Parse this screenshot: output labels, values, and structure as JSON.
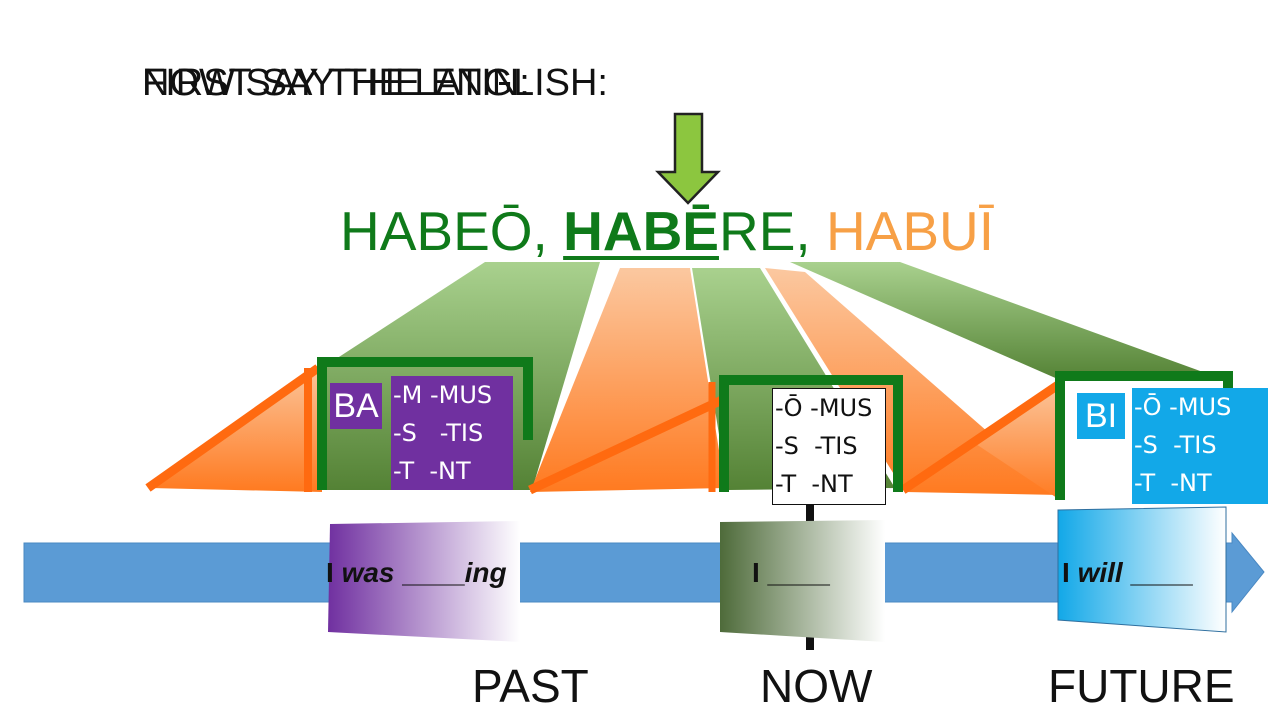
{
  "heading": {
    "overlap_text": "NOW SAY THE LATIN:",
    "text": "FIRST SAY THE ENGLISH:"
  },
  "principal_parts": {
    "part1": "HABEŌ,",
    "part2_stem": "HABĒ",
    "part2_rest": "RE,",
    "part3_stem": "HABU",
    "part3_rest": "Ī"
  },
  "imperfect": {
    "marker": "BA",
    "endings": "-M -MUS\n-S   -TIS\n-T  -NT"
  },
  "present": {
    "endings": "-Ō -MUS\n-S  -TIS\n-T  -NT"
  },
  "future": {
    "marker": "BI",
    "endings": "-Ō -MUS\n-S  -TIS\n-T  -NT"
  },
  "english": {
    "past_pre": "I ",
    "past_was": "was",
    "past_blank": " ____",
    "past_ing": "ing",
    "now": "I ____",
    "future_pre": "I ",
    "future_will": "will",
    "future_blank": " ____"
  },
  "timeline": {
    "past": "PAST",
    "now": "NOW",
    "future": "FUTURE"
  },
  "colors": {
    "green": "#0f7a1a",
    "light_green": "#8cc63f",
    "orange": "#ff6a10",
    "purple": "#7030a0",
    "cyan": "#12a8e8",
    "timeline_blue": "#5b9bd5"
  }
}
